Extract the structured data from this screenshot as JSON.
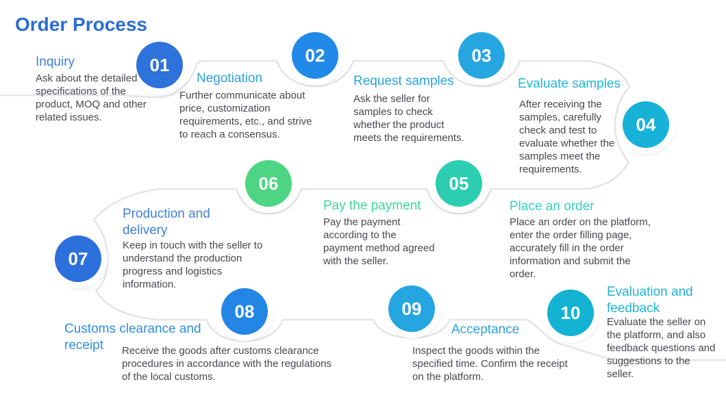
{
  "title": "Order Process",
  "title_color": "#2A6CD5",
  "path_color": "#E4E4E6",
  "steps": [
    {
      "num": "01",
      "label": "Inquiry",
      "desc": "Ask about the detailed specifications of the product, MOQ and other related issues.",
      "circle_color": "#2E72DB",
      "label_color": "#3C7CDB"
    },
    {
      "num": "02",
      "label": "Negotiation",
      "desc": "Further communicate about price, customization requirements, etc., and strive to reach a consensus.",
      "circle_color": "#218AE8",
      "label_color": "#2C9FE2"
    },
    {
      "num": "03",
      "label": "Request samples",
      "desc": "Ask the seller for samples to check whether the product meets the requirements.",
      "circle_color": "#25A6E1",
      "label_color": "#29A5E0"
    },
    {
      "num": "04",
      "label": "Evaluate samples",
      "desc": "After receiving the samples, carefully check and test to evaluate whether the samples meet the requirements.",
      "circle_color": "#18B2D8",
      "label_color": "#21B6DA"
    },
    {
      "num": "05",
      "label": "Place an order",
      "desc": "Place an order on the platform, enter the order filling page, accurately fill in the order information and submit the order.",
      "circle_color": "#2CCDB1",
      "label_color": "#36CFC0"
    },
    {
      "num": "06",
      "label": "Pay the payment",
      "desc": "Pay the payment according to the payment method agreed with the seller.",
      "circle_color": "#4DD584",
      "label_color": "#3DD69A"
    },
    {
      "num": "07",
      "label": "Production and delivery",
      "desc": "Keep in touch with the seller to understand the production progress and logistics information.",
      "circle_color": "#2C70DE",
      "label_color": "#3F7FD9"
    },
    {
      "num": "08",
      "label": "Customs clearance and receipt",
      "desc": "Receive the goods after customs clearance procedures in accordance with the regulations of the local customs.",
      "circle_color": "#2386E5",
      "label_color": "#2E8EE2"
    },
    {
      "num": "09",
      "label": "Acceptance",
      "desc": "Inspect the goods within the specified time. Confirm the receipt on the platform.",
      "circle_color": "#26A6E0",
      "label_color": "#2AA4E0"
    },
    {
      "num": "10",
      "label": "Evaluation and feedback",
      "desc": "Evaluate the seller on the platform, and also feedback questions and suggestions to the seller.",
      "circle_color": "#14B2D3",
      "label_color": "#1FB4D9"
    }
  ]
}
